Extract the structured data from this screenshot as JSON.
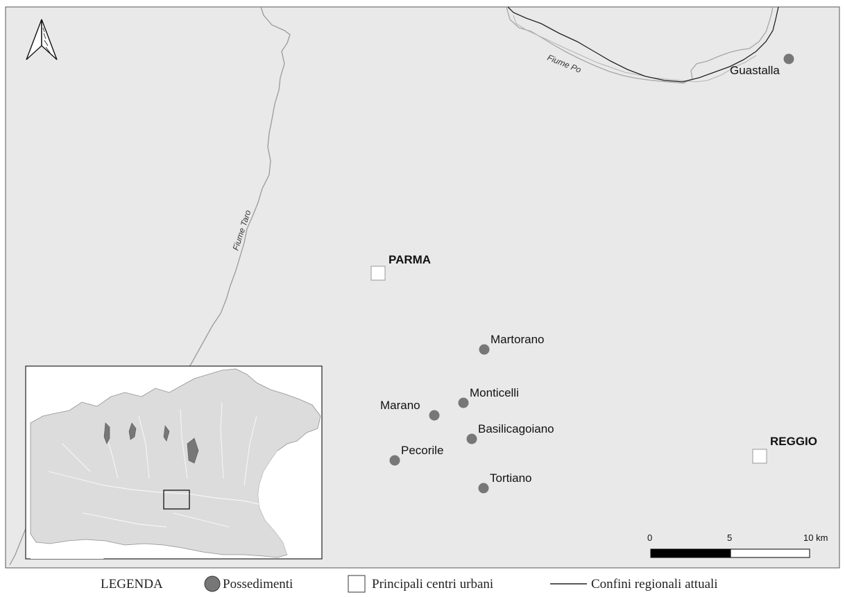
{
  "map": {
    "colors": {
      "land": "#e9e9e9",
      "possedimenti": "#777777",
      "river": "#9a9a9a",
      "border": "#222222",
      "city_fill": "#ffffff"
    },
    "rivers": {
      "taro": "Fiume Taro",
      "po": "Fiume Po"
    },
    "cities": [
      {
        "name": "PARMA"
      },
      {
        "name": "REGGIO"
      }
    ],
    "possedimenti": [
      {
        "name": "Guastalla"
      },
      {
        "name": "Martorano"
      },
      {
        "name": "Monticelli"
      },
      {
        "name": "Marano"
      },
      {
        "name": "Basilicagoiano"
      },
      {
        "name": "Pecorile"
      },
      {
        "name": "Tortiano"
      }
    ],
    "north_arrow_icon": "north-arrow-icon",
    "scale_bar": {
      "ticks": [
        "0",
        "5",
        "10 km"
      ]
    },
    "inset": {
      "description_icon": "northern-italy-inset-map"
    }
  },
  "legend": {
    "title": "LEGENDA",
    "items": [
      {
        "label": "Possedimenti",
        "symbol": "grey-circle"
      },
      {
        "label": "Principali centri urbani",
        "symbol": "white-square"
      },
      {
        "label": "Confini regionali attuali",
        "symbol": "black-line"
      }
    ]
  }
}
